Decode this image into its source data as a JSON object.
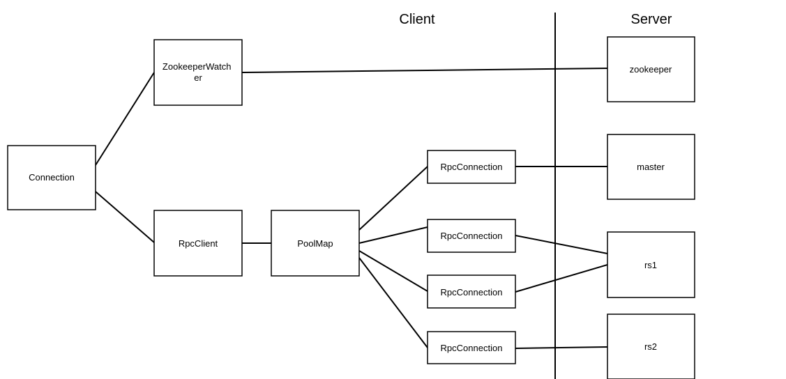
{
  "sections": {
    "client": "Client",
    "server": "Server"
  },
  "nodes": {
    "connection": "Connection",
    "zookeeper_watcher": [
      "ZookeeperWatch",
      "er"
    ],
    "rpc_client": "RpcClient",
    "pool_map": "PoolMap",
    "rpc_connection_1": "RpcConnection",
    "rpc_connection_2": "RpcConnection",
    "rpc_connection_3": "RpcConnection",
    "rpc_connection_4": "RpcConnection",
    "zookeeper": "zookeeper",
    "master": "master",
    "rs1": "rs1",
    "rs2": "rs2"
  }
}
